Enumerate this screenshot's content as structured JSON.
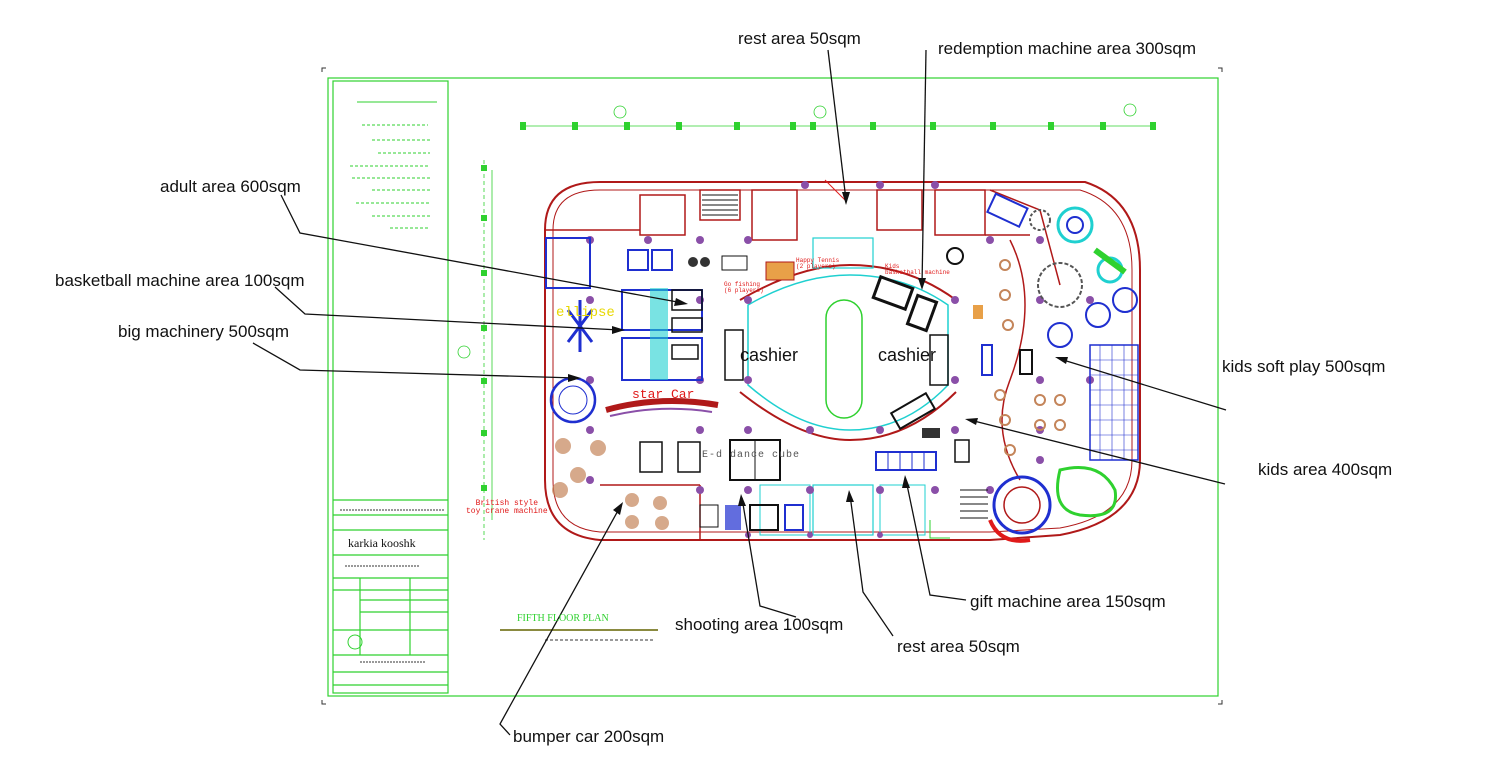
{
  "callouts": {
    "rest_area_top": "rest area  50sqm",
    "redemption": "redemption machine area 300sqm",
    "adult": "adult area 600sqm",
    "basketball": "basketball machine area  100sqm",
    "big_machinery": "big machinery 500sqm",
    "kids_soft_play": "kids soft play  500sqm",
    "kids_area": "kids area 400sqm",
    "gift_machine": "gift machine area 150sqm",
    "shooting": "shooting area   100sqm",
    "rest_area_bottom": "rest area 50sqm",
    "bumper_car": "bumper car 200sqm"
  },
  "plan": {
    "cashier_left": "cashier",
    "cashier_right": "cashier",
    "star_car": "star Car",
    "dance_cube": "E-d        dance cube",
    "british_toy_crane": "British style\ntoy crane machine",
    "fifth_floor_plan": "FIFTH FLOOR PLAN",
    "kids_basketball": "Kids\nbasketball machine",
    "happy_tennis": "Happy Tennis\n(2 players)",
    "go_fishing": "Go fishing\n(6 players)",
    "ellipse": "ellipse"
  },
  "title_block": {
    "client_name": "karkia kooshk"
  },
  "colors": {
    "frame": "#2fd12f",
    "wall": "#b01919",
    "machine_blue": "#1f2fd0",
    "cyan": "#1fd0d0",
    "purple": "#8a4fa8",
    "accent_red": "#e01a1a",
    "yellow": "#e8d800",
    "brown": "#c4855a"
  }
}
